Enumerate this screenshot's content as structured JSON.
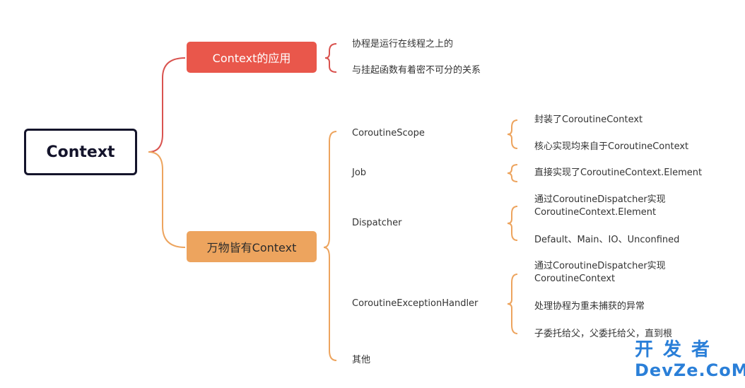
{
  "root": "Context",
  "branches": [
    {
      "label": "Context的应用",
      "color": "#e9574b",
      "items": [
        {
          "text": "协程是运行在线程之上的"
        },
        {
          "text": "与挂起函数有着密不可分的关系"
        }
      ]
    },
    {
      "label": "万物皆有Context",
      "color": "#eda45e",
      "items": [
        {
          "text": "CoroutineScope",
          "details": [
            "封装了CoroutineContext",
            "核心实现均来自于CoroutineContext"
          ]
        },
        {
          "text": "Job",
          "details": [
            "直接实现了CoroutineContext.Element"
          ]
        },
        {
          "text": "Dispatcher",
          "details": [
            "通过CoroutineDispatcher实现",
            "CoroutineContext.Element",
            "Default、Main、IO、Unconfined"
          ]
        },
        {
          "text": "CoroutineExceptionHandler",
          "details": [
            "通过CoroutineDispatcher实现",
            "CoroutineContext",
            "处理协程为重未捕获的异常",
            "子委托给父，父委托给父，直到根"
          ]
        },
        {
          "text": "其他"
        }
      ]
    }
  ],
  "watermark": {
    "cn": "开发者",
    "en": "DevZe.CoM"
  }
}
